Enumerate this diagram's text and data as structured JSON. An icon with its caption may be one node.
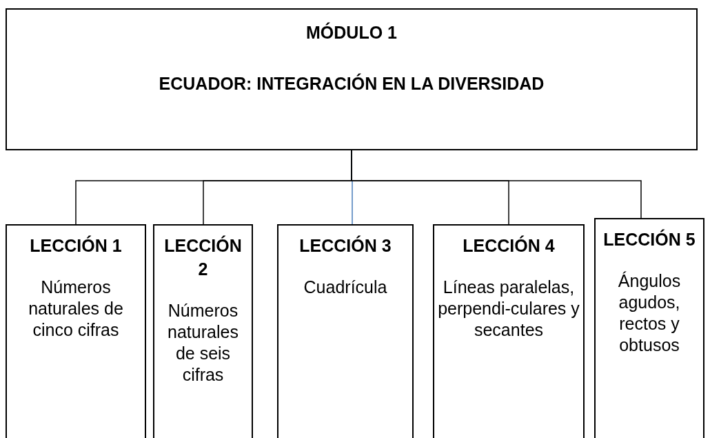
{
  "diagram": {
    "nodes": [
      {
        "text": [
          "MÓDULO 1",
          "ECUADOR: INTEGRACIÓN EN LA DIVERSIDAD"
        ]
      },
      {
        "text": [
          "LECCIÓN 1",
          "Números naturales de cinco cifras"
        ]
      },
      {
        "text": [
          "LECCIÓN 2",
          "Números naturales de seis cifras"
        ]
      },
      {
        "text": [
          "LECCIÓN 3",
          "Cuadrícula"
        ]
      },
      {
        "text": [
          "LECCIÓN 4",
          "Líneas paralelas, perpendi-culares y secantes"
        ]
      },
      {
        "text": [
          "LECCIÓN 5",
          "Ángulos agudos, rectos y obtusos"
        ]
      }
    ],
    "edges": [
      {
        "from": 0,
        "to": 1,
        "arrow": "none"
      },
      {
        "from": 0,
        "to": 2,
        "arrow": "none"
      },
      {
        "from": 0,
        "to": 3,
        "arrow": "none",
        "color": "#4a7ebb"
      },
      {
        "from": 0,
        "to": 4,
        "arrow": "none"
      },
      {
        "from": 0,
        "to": 5,
        "arrow": "none"
      }
    ]
  }
}
